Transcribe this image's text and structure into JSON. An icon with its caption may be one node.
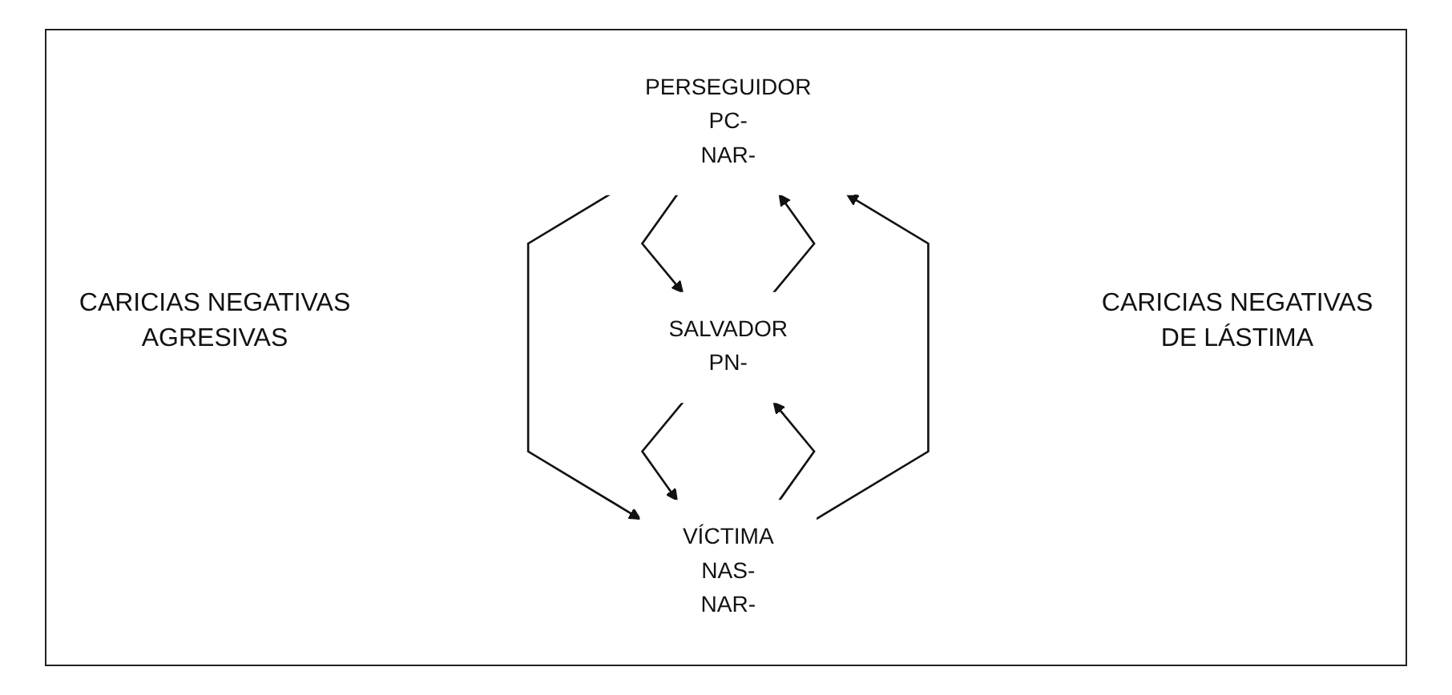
{
  "diagram": {
    "nodes": [
      {
        "text": [
          "PERSEGUIDOR",
          "PC-",
          "NAR-"
        ]
      },
      {
        "text": [
          "SALVADOR",
          "PN-"
        ]
      },
      {
        "text": [
          "VÍCTIMA",
          "NAS-",
          "NAR-"
        ]
      }
    ],
    "edges": [
      {
        "from": 0,
        "to": 1,
        "arrow": "to"
      },
      {
        "from": 1,
        "to": 0,
        "arrow": "to"
      },
      {
        "from": 0,
        "to": 2,
        "arrow": "to"
      },
      {
        "from": 2,
        "to": 1,
        "arrow": "to"
      },
      {
        "from": 2,
        "to": 0,
        "arrow": "to"
      },
      {
        "from": 1,
        "to": 2,
        "arrow": "to"
      }
    ],
    "labels": [
      "CARICIAS NEGATIVAS AGRESIVAS",
      "CARICIAS NEGATIVAS DE LÁSTIMA"
    ]
  }
}
